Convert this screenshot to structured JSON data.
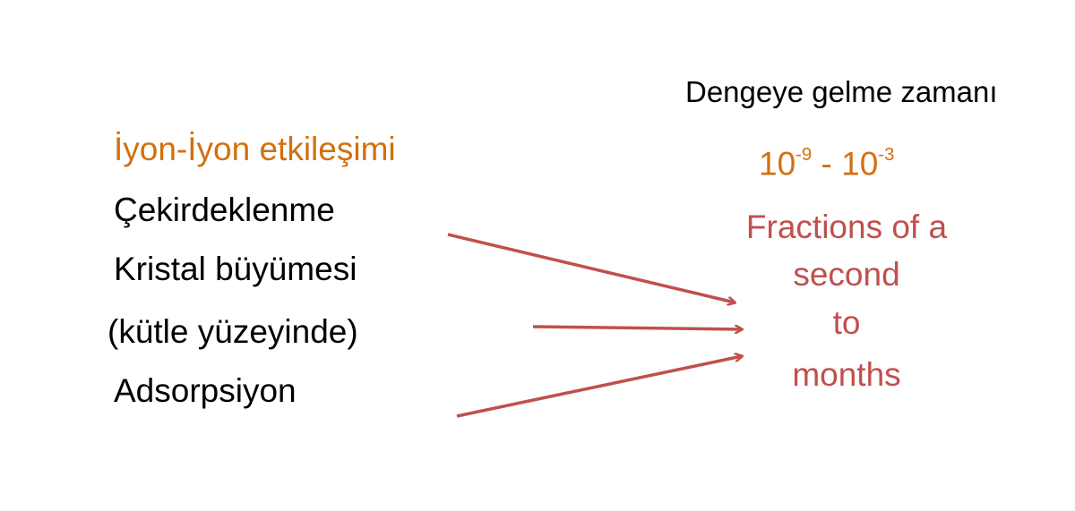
{
  "left_items": [
    "İyon-İyon etkileşimi",
    "Çekirdeklenme",
    "Kristal büyümesi",
    "(kütle yüzeyinde)",
    "Adsorpsiyon"
  ],
  "right": {
    "heading": "Dengeye gelme zamanı",
    "range": {
      "base1": "10",
      "exp1": "-9",
      "sep": " - ",
      "base2": "10",
      "exp2": "-3"
    },
    "lines": [
      "Fractions of a",
      "second",
      "to",
      "months"
    ]
  },
  "colors": {
    "orange": "#D2700F",
    "red": "#C0504D",
    "text": "#000000"
  }
}
